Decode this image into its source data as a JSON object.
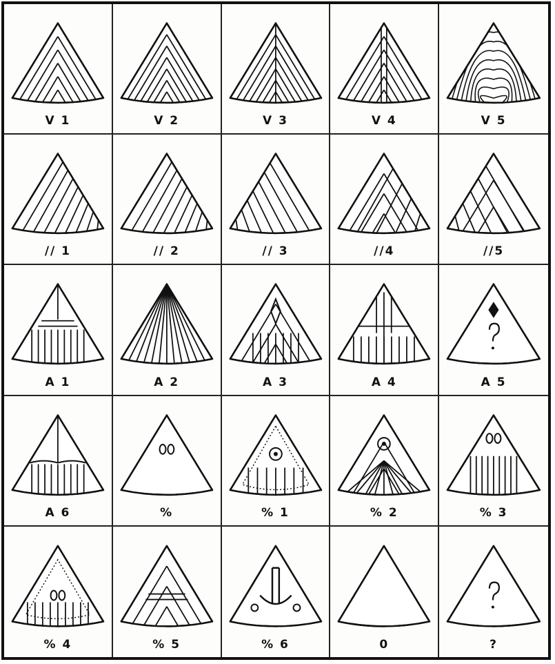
{
  "cells": [
    {
      "label": "V 1",
      "pattern": "v1"
    },
    {
      "label": "V 2",
      "pattern": "v2"
    },
    {
      "label": "V 3",
      "pattern": "v3"
    },
    {
      "label": "V 4",
      "pattern": "v4"
    },
    {
      "label": "V 5",
      "pattern": "v5"
    },
    {
      "label": "// 1",
      "pattern": "p1"
    },
    {
      "label": "// 2",
      "pattern": "p2"
    },
    {
      "label": "// 3",
      "pattern": "p3"
    },
    {
      "label": "//4",
      "pattern": "p4"
    },
    {
      "label": "//5",
      "pattern": "p5"
    },
    {
      "label": "A   1",
      "pattern": "a1"
    },
    {
      "label": "A 2",
      "pattern": "a2"
    },
    {
      "label": "A 3",
      "pattern": "a3"
    },
    {
      "label": "A  4",
      "pattern": "a4"
    },
    {
      "label": "A 5",
      "pattern": "a5"
    },
    {
      "label": "A  6",
      "pattern": "a6"
    },
    {
      "label": "%",
      "pattern": "pc"
    },
    {
      "label": "% 1",
      "pattern": "pc1"
    },
    {
      "label": "% 2",
      "pattern": "pc2"
    },
    {
      "label": "% 3",
      "pattern": "pc3"
    },
    {
      "label": "% 4",
      "pattern": "pc4"
    },
    {
      "label": "% 5",
      "pattern": "pc5"
    },
    {
      "label": "% 6",
      "pattern": "pc6"
    },
    {
      "label": "0",
      "pattern": "empty"
    },
    {
      "label": "?",
      "pattern": "question"
    }
  ]
}
